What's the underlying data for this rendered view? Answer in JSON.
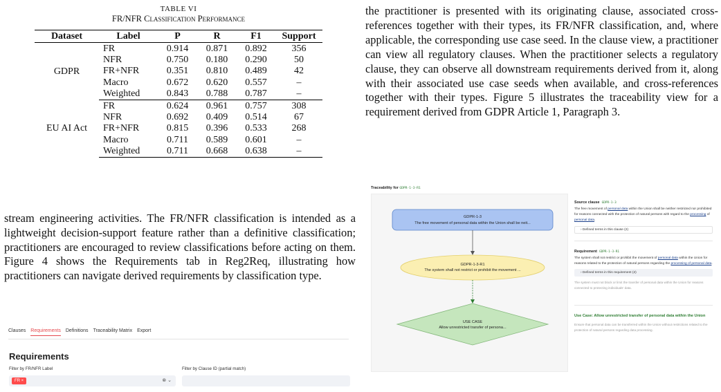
{
  "table": {
    "caption_label": "TABLE VI",
    "caption_title": "FR/NFR Classification Performance",
    "headers": [
      "Dataset",
      "Label",
      "P",
      "R",
      "F1",
      "Support"
    ],
    "groups": [
      {
        "dataset": "GDPR",
        "rows": [
          {
            "label": "FR",
            "p": "0.914",
            "r": "0.871",
            "f1": "0.892",
            "support": "356"
          },
          {
            "label": "NFR",
            "p": "0.750",
            "r": "0.180",
            "f1": "0.290",
            "support": "50"
          },
          {
            "label": "FR+NFR",
            "p": "0.351",
            "r": "0.810",
            "f1": "0.489",
            "support": "42"
          },
          {
            "label": "Macro",
            "p": "0.672",
            "r": "0.620",
            "f1": "0.557",
            "support": "–"
          },
          {
            "label": "Weighted",
            "p": "0.843",
            "r": "0.788",
            "f1": "0.787",
            "support": "–"
          }
        ]
      },
      {
        "dataset": "EU AI Act",
        "rows": [
          {
            "label": "FR",
            "p": "0.624",
            "r": "0.961",
            "f1": "0.757",
            "support": "308"
          },
          {
            "label": "NFR",
            "p": "0.692",
            "r": "0.409",
            "f1": "0.514",
            "support": "67"
          },
          {
            "label": "FR+NFR",
            "p": "0.815",
            "r": "0.396",
            "f1": "0.533",
            "support": "268"
          },
          {
            "label": "Macro",
            "p": "0.711",
            "r": "0.589",
            "f1": "0.601",
            "support": "–"
          },
          {
            "label": "Weighted",
            "p": "0.711",
            "r": "0.668",
            "f1": "0.638",
            "support": "–"
          }
        ]
      }
    ]
  },
  "left_text": "stream engineering activities. The FR/NFR classification is intended as a lightweight decision-support feature rather than a definitive classification; practitioners are encouraged to review classifications before acting on them. Figure 4 shows the Requirements tab in Reg2Req, illustrating how practitioners can navigate derived requirements by classification type.",
  "right_text": "the practitioner is presented with its originating clause, associated cross-references together with their types, its FR/NFR classification, and, where applicable, the corresponding use case seed. In the clause view, a practitioner can view all regulatory clauses. When the practitioner selects a regulatory clause, they can observe all downstream requirements derived from it, along with their associated use case seeds when available, and cross-references together with their types. Figure 5 illustrates the traceability view for a requirement derived from GDPR Article 1, Paragraph 3.",
  "requirements_ui": {
    "tabs": [
      "Clauses",
      "Requirements",
      "Definitions",
      "Traceability Matrix",
      "Export"
    ],
    "active_tab": "Requirements",
    "title": "Requirements",
    "filter_label_1": "Filter by FR/NFR Label",
    "filter_label_2": "Filter by Clause ID (partial match)",
    "chip": "FR ×",
    "controls": "⊗ ⌄",
    "accent": "#ff4b4b"
  },
  "trace_ui": {
    "header_label": "Traceability for",
    "header_id": "GDPR-1-3-R1",
    "nodes": {
      "clause_id": "GDPR-1-3",
      "clause_text": "The free movement of personal data within the Union shall be neit...",
      "req_id": "GDPR-1-3-R1",
      "req_text": "The system shall not restrict or prohibit the movement ...",
      "uc_title": "USE CASE",
      "uc_text": "Allow unrestricted transfer of persona..."
    },
    "colors": {
      "clause_fill": "#aac4f2",
      "clause_stroke": "#5a84c9",
      "req_fill": "#fbefb2",
      "req_stroke": "#e3cf6c",
      "uc_fill": "#c5e6bd",
      "uc_stroke": "#83b77a",
      "uc_title": "#2e7d32"
    },
    "source": {
      "title": "Source clause",
      "id": "GDPR-1-3",
      "p1": "The free movement of ",
      "l1": "personal data",
      "p2": " within the Union shall be neither restricted nor prohibited for reasons connected with the protection of natural persons with regard to the ",
      "l2": "processing",
      "p3": " of ",
      "l3": "personal data",
      "p4": ".",
      "expander": "›   Defined terms in this clause (2)"
    },
    "requirement": {
      "title": "Requirement",
      "id": "GDPR-1-3-R1",
      "p1": "The system shall not restrict or prohibit the movement of ",
      "l1": "personal data",
      "p2": " within the Union for reasons related to the protection of natural persons regarding the ",
      "l2": "processing of personal data",
      "p3": ".",
      "expander": "›   Defined terms in this requirement (2)",
      "grey": "The system must not block or limit the transfer of personal data within the Union for reasons connected to protecting individuals' data."
    },
    "use_case": {
      "title": "Use Case: Allow unrestricted transfer of personal data within the Union",
      "text": "Ensure that personal data can be transferred within the Union without restrictions related to the protection of natural persons regarding data processing."
    }
  }
}
